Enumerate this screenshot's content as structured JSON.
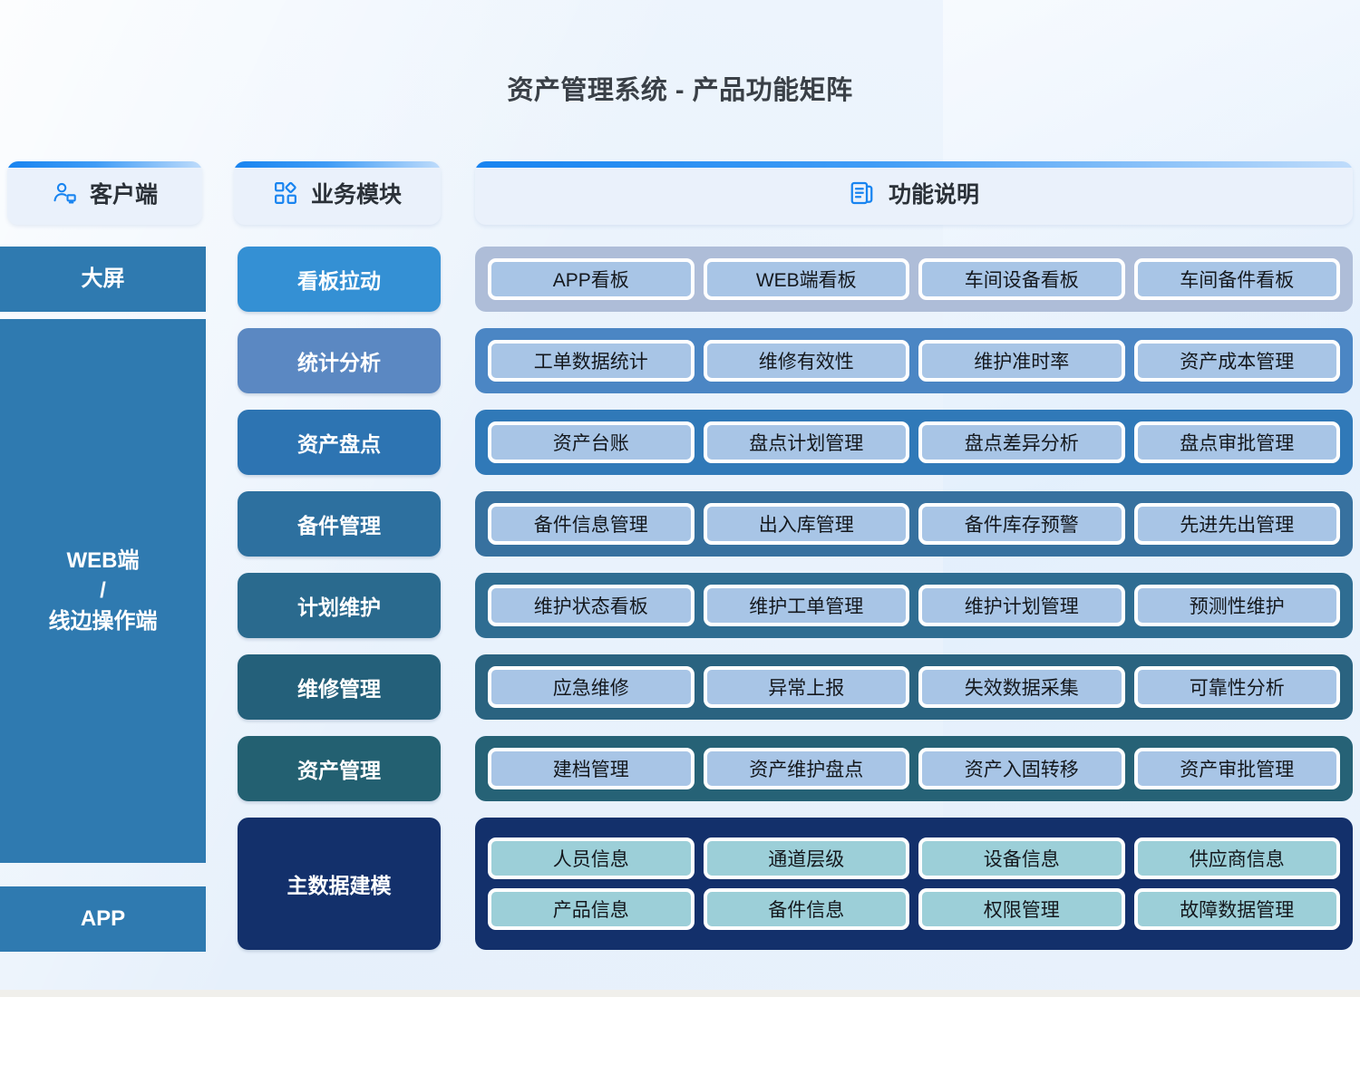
{
  "page": {
    "title": "资产管理系统 - 产品功能矩阵",
    "background_color": "#eaf2fc"
  },
  "headers": [
    {
      "id": "client",
      "label": "客户端",
      "icon": "user-monitor-icon",
      "accent": "#1884f0"
    },
    {
      "id": "module",
      "label": "业务模块",
      "icon": "apps-grid-icon",
      "accent": "#1884f0"
    },
    {
      "id": "func",
      "label": "功能说明",
      "icon": "document-icon",
      "accent": "#1884f0"
    }
  ],
  "client_column": [
    {
      "label": "大屏",
      "color": "#2f7ab0"
    },
    {
      "label": "WEB端\n/\n线边操作端",
      "color": "#2f7ab0"
    },
    {
      "label": "APP",
      "color": "#2f7ab0"
    }
  ],
  "rows": [
    {
      "module": "看板拉动",
      "module_color": "#3490d4",
      "strip_color": "#aebdd8",
      "pill_color": "#a8c5e6",
      "functions": [
        "APP看板",
        "WEB端看板",
        "车间设备看板",
        "车间备件看板"
      ]
    },
    {
      "module": "统计分析",
      "module_color": "#5b88c2",
      "strip_color": "#4b86c4",
      "pill_color": "#a8c5e6",
      "functions": [
        "工单数据统计",
        "维修有效性",
        "维护准时率",
        "资产成本管理"
      ]
    },
    {
      "module": "资产盘点",
      "module_color": "#2d74b2",
      "strip_color": "#3079b8",
      "pill_color": "#a8c5e6",
      "functions": [
        "资产台账",
        "盘点计划管理",
        "盘点差异分析",
        "盘点审批管理"
      ]
    },
    {
      "module": "备件管理",
      "module_color": "#2d709f",
      "strip_color": "#37719f",
      "pill_color": "#a8c5e6",
      "functions": [
        "备件信息管理",
        "出入库管理",
        "备件库存预警",
        "先进先出管理"
      ]
    },
    {
      "module": "计划维护",
      "module_color": "#2a6a8e",
      "strip_color": "#2f6d92",
      "pill_color": "#a8c5e6",
      "functions": [
        "维护状态看板",
        "维护工单管理",
        "维护计划管理",
        "预测性维护"
      ]
    },
    {
      "module": "维修管理",
      "module_color": "#24607a",
      "strip_color": "#2a6380",
      "pill_color": "#a8c5e6",
      "functions": [
        "应急维修",
        "异常上报",
        "失效数据采集",
        "可靠性分析"
      ]
    },
    {
      "module": "资产管理",
      "module_color": "#236071",
      "strip_color": "#266276",
      "pill_color": "#a8c5e6",
      "functions": [
        "建档管理",
        "资产维护盘点",
        "资产入固转移",
        "资产审批管理"
      ]
    }
  ],
  "master_row": {
    "module": "主数据建模",
    "module_color": "#13306b",
    "strip_color": "#13306b",
    "pill_color": "#9ccfd8",
    "functions_line1": [
      "人员信息",
      "通道层级",
      "设备信息",
      "供应商信息"
    ],
    "functions_line2": [
      "产品信息",
      "备件信息",
      "权限管理",
      "故障数据管理"
    ]
  }
}
